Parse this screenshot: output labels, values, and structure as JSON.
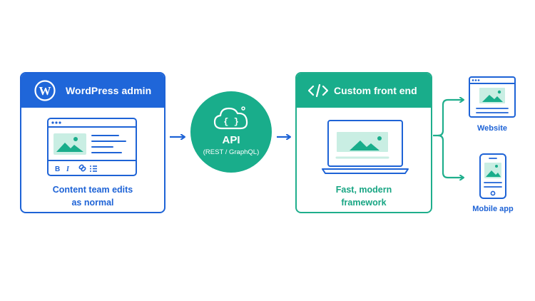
{
  "wordpress_card": {
    "title": "WordPress admin",
    "caption_line1": "Content team edits",
    "caption_line2": "as normal",
    "toolbar": {
      "bold": "B",
      "italic": "I"
    }
  },
  "api_node": {
    "label": "API",
    "sublabel": "(REST / GraphQL)"
  },
  "frontend_card": {
    "title": "Custom front end",
    "caption_line1": "Fast, modern",
    "caption_line2": "framework"
  },
  "outputs": [
    {
      "label": "Website",
      "icon": "desktop-browser-icon"
    },
    {
      "label": "Mobile app",
      "icon": "mobile-phone-icon"
    }
  ],
  "colors": {
    "blue": "#1e63d6",
    "green": "#19ad8b",
    "light_green": "#c9eee3"
  }
}
